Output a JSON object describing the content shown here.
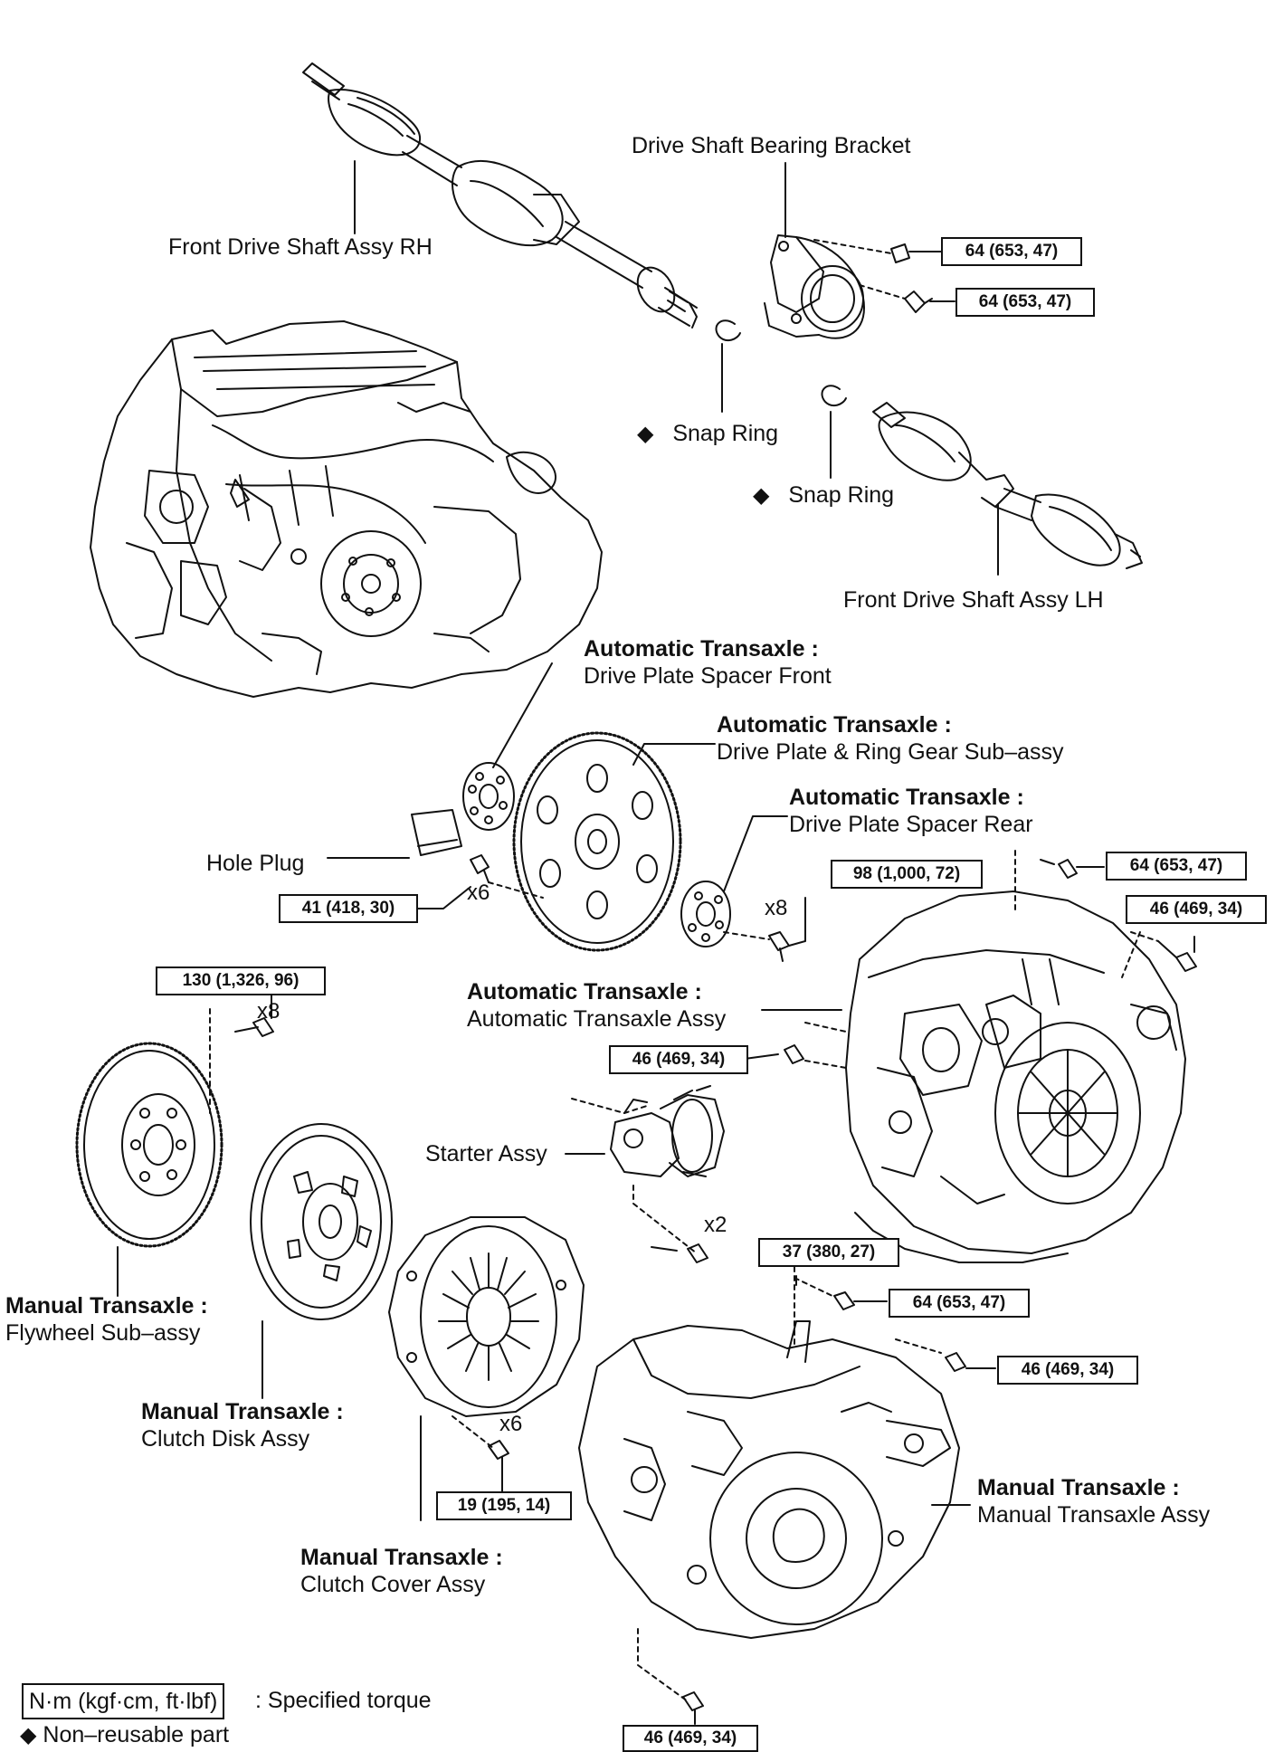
{
  "labels": {
    "drive_shaft_rh": "Front Drive Shaft Assy RH",
    "drive_shaft_bracket": "Drive Shaft Bearing Bracket",
    "snap_ring_1": "Snap Ring",
    "snap_ring_2": "Snap Ring",
    "drive_shaft_lh": "Front Drive Shaft Assy LH",
    "hole_plug": "Hole Plug",
    "starter": "Starter Assy",
    "at_spacer_front": {
      "prefix": "Automatic Transaxle :",
      "name": "Drive Plate Spacer Front"
    },
    "at_drive_plate": {
      "prefix": "Automatic Transaxle :",
      "name": "Drive Plate & Ring Gear Sub–assy"
    },
    "at_spacer_rear": {
      "prefix": "Automatic Transaxle :",
      "name": "Drive Plate Spacer Rear"
    },
    "at_transaxle": {
      "prefix": "Automatic Transaxle :",
      "name": "Automatic Transaxle Assy"
    },
    "mt_flywheel": {
      "prefix": "Manual Transaxle :",
      "name": "Flywheel Sub–assy"
    },
    "mt_clutch_disk": {
      "prefix": "Manual Transaxle :",
      "name": "Clutch Disk Assy"
    },
    "mt_clutch_cover": {
      "prefix": "Manual Transaxle :",
      "name": "Clutch Cover Assy"
    },
    "mt_transaxle": {
      "prefix": "Manual Transaxle :",
      "name": "Manual Transaxle Assy"
    }
  },
  "torques": {
    "bracket_1": "64 (653, 47)",
    "bracket_2": "64 (653, 47)",
    "drive_plate_bolt": "41 (418, 30)",
    "spacer_rear_bolt": "98 (1,000, 72)",
    "at_top_1": "64 (653, 47)",
    "at_top_2": "46 (469, 34)",
    "flywheel_bolt": "130 (1,326, 96)",
    "at_side": "46 (469, 34)",
    "starter_bolt": "37 (380, 27)",
    "mt_top_1": "64 (653, 47)",
    "mt_top_2": "46 (469, 34)",
    "clutch_cover_bolt": "19 (195, 14)",
    "mt_bottom": "46 (469, 34)"
  },
  "multipliers": {
    "drive_plate": "x6",
    "spacer_rear": "x8",
    "flywheel": "x8",
    "starter": "x2",
    "clutch_cover": "x6"
  },
  "legend": {
    "torque_box": "N·m (kgf·cm, ft·lbf)",
    "torque_text": ": Specified torque",
    "non_reusable_symbol": "◆",
    "non_reusable_text": "Non–reusable part"
  }
}
